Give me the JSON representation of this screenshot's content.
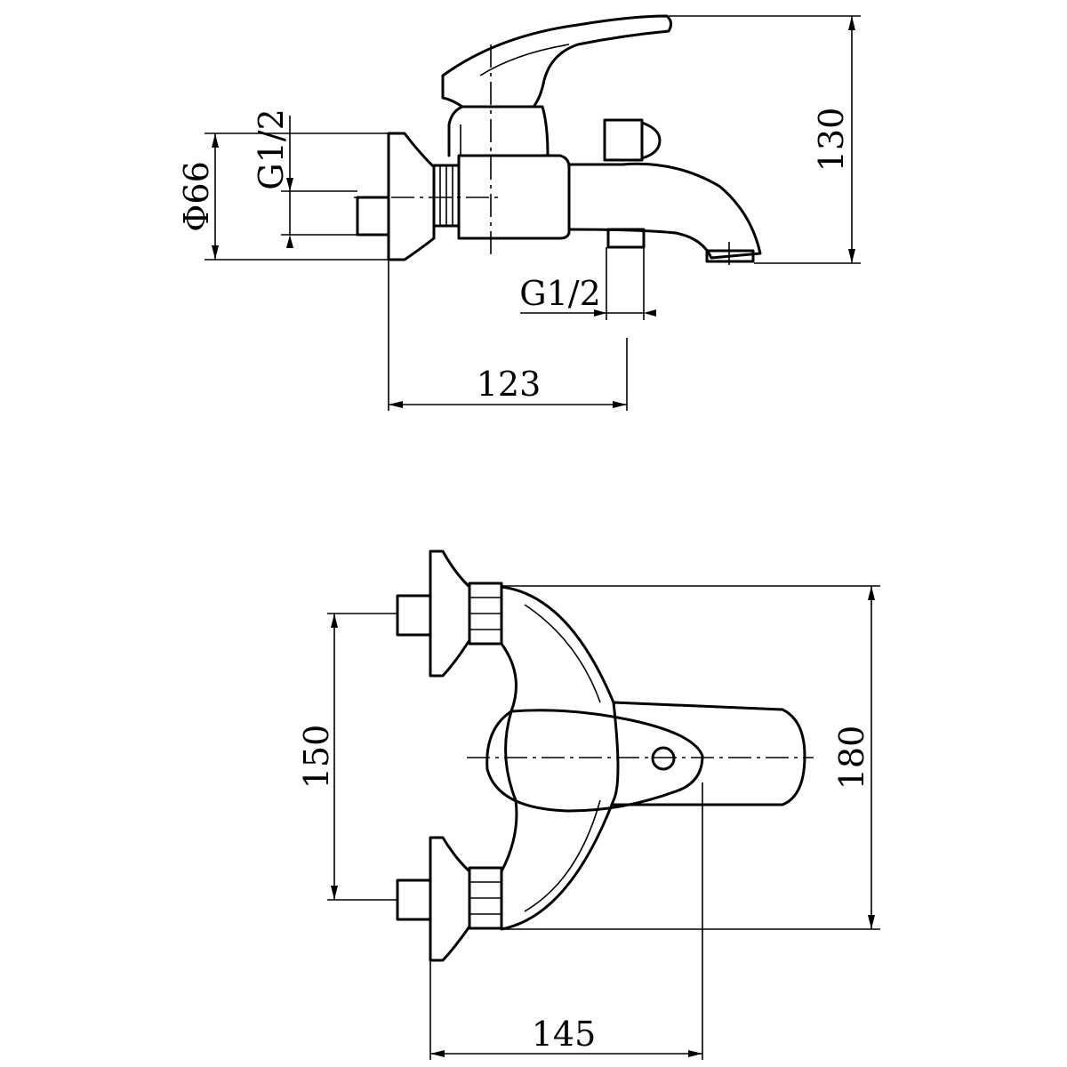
{
  "side_view": {
    "dimensions": {
      "diameter": "Φ66",
      "inlet_thread": "G1/2",
      "outlet_thread": "G1/2",
      "depth": "123",
      "height": "130"
    }
  },
  "top_view": {
    "dimensions": {
      "inlet_spacing": "150",
      "overall_width": "180",
      "projection": "145"
    }
  }
}
